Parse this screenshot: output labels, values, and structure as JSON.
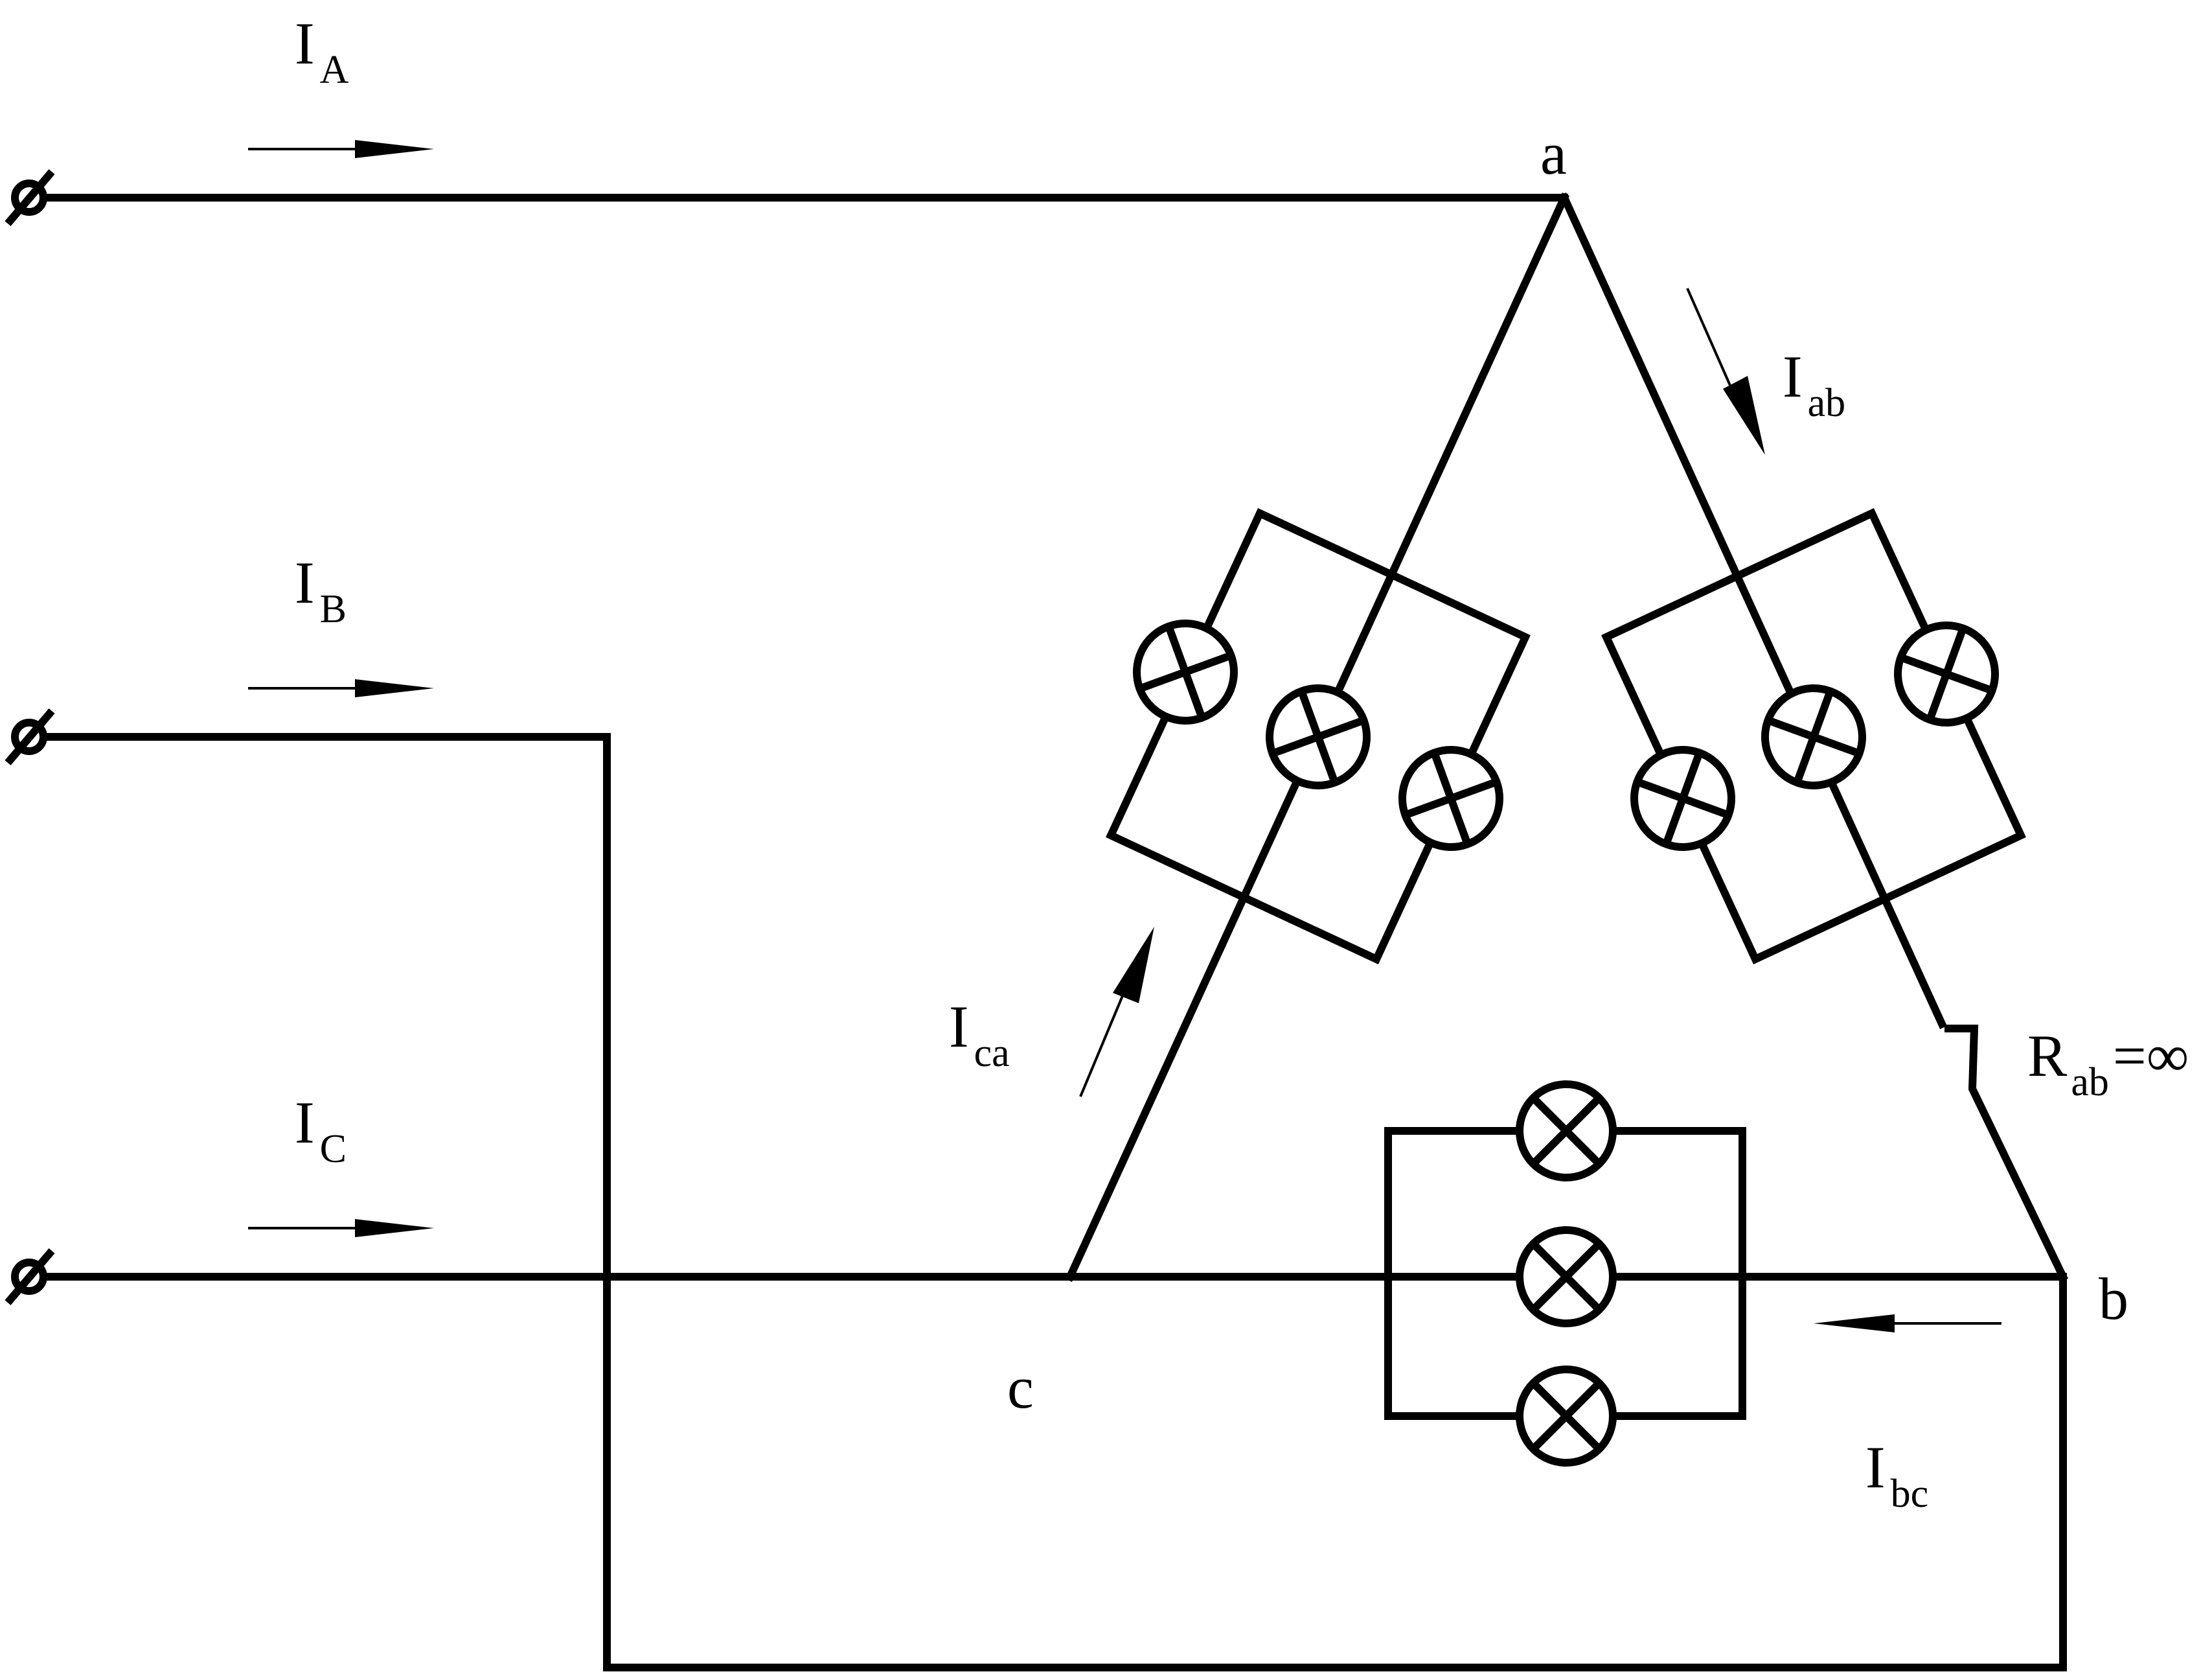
{
  "labels": {
    "IA": {
      "main": "I",
      "sub": "A"
    },
    "IB": {
      "main": "I",
      "sub": "B"
    },
    "IC": {
      "main": "I",
      "sub": "C"
    },
    "Iab": {
      "main": "I",
      "sub": "ab"
    },
    "Ica": {
      "main": "I",
      "sub": "ca"
    },
    "Ibc": {
      "main": "I",
      "sub": "bc"
    },
    "Rab": {
      "main": "R",
      "sub": "ab",
      "suffix": "=∞"
    }
  },
  "nodes": {
    "a": "a",
    "b": "b",
    "c": "c"
  },
  "components": {
    "terminal_symbol": "⌀",
    "lamp_icon": "lamp-icon",
    "switch": "open-switch"
  },
  "colors": {
    "stroke": "#000000",
    "background": "#ffffff"
  }
}
